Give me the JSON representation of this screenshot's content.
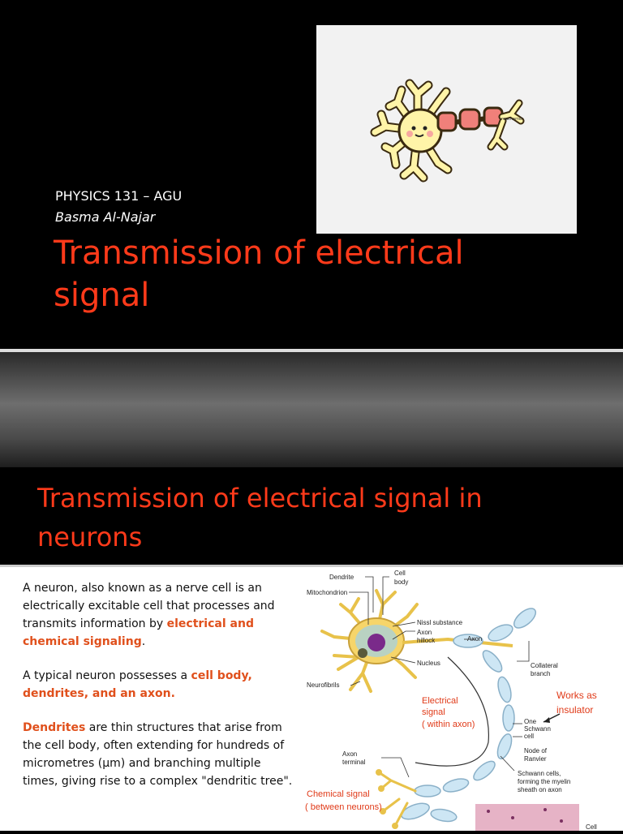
{
  "slide1": {
    "course": "PHYSICS 131 – AGU",
    "author": "Basma Al-Najar",
    "title_line1": "Transmission of electrical",
    "title_line2": "signal",
    "image_label": "reachamer"
  },
  "slide2": {
    "title_line1": "Transmission of electrical signal in",
    "title_line2": "neurons",
    "p1_pre": "A neuron, also known as a nerve cell is an electrically excitable cell that processes and transmits information by ",
    "p1_hl": "electrical and chemical signaling",
    "p1_post": ".",
    "p2_pre": "A typical neuron possesses a ",
    "p2_hl": "cell body, dendrites, and an axon.",
    "p3_hl": "Dendrites",
    "p3_post": " are thin structures that arise from the cell body, often extending for hundreds of micrometres (μm) and branching multiple times, giving rise to a complex \"dendritic tree\".",
    "diagram": {
      "dendrite": "Dendrite",
      "cell_body_1": "Cell",
      "cell_body_2": "body",
      "mitochondrion": "Mitochondrion",
      "nissl": "Nissl substance",
      "axon_hillock_1": "Axon",
      "axon_hillock_2": "hillock",
      "axon": "Axon",
      "nucleus": "Nucleus",
      "collateral_1": "Collateral",
      "collateral_2": "branch",
      "neurofibrils": "Neurofibrils",
      "electrical_1": "Electrical",
      "electrical_2": "signal",
      "electrical_3": "( within axon)",
      "works_1": "Works as",
      "works_2": "insulator",
      "schwann_1": "One",
      "schwann_2": "Schwann",
      "schwann_3": "cell",
      "node_1": "Node of",
      "node_2": "Ranvier",
      "axon_terminal_1": "Axon",
      "axon_terminal_2": "terminal",
      "schwann_cells_1": "Schwann cells,",
      "schwann_cells_2": "forming the myelin",
      "schwann_cells_3": "sheath on axon",
      "chemical_1": "Chemical signal",
      "chemical_2": "( between neurons)",
      "cell_small": "Cell"
    }
  },
  "colors": {
    "accent": "#ff3a1a",
    "highlight": "#e0501c"
  }
}
